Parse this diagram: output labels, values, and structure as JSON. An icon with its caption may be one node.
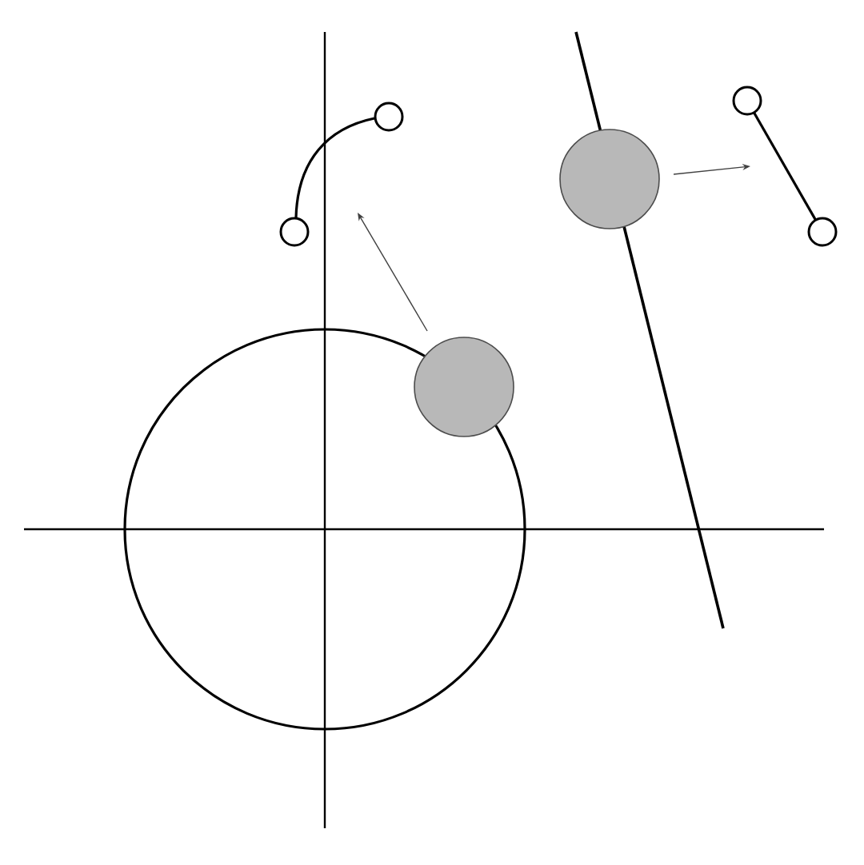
{
  "diagram": {
    "nodes": [
      {
        "text": [],
        "shape": "arc"
      },
      {
        "text": [],
        "shape": "segment"
      },
      {
        "text": [],
        "shape": "circle"
      },
      {
        "text": [],
        "shape": "circle"
      }
    ],
    "edges": [
      {
        "from": 3,
        "to": 0,
        "arrow": "to"
      },
      {
        "from": 2,
        "to": 1,
        "arrow": "to"
      }
    ]
  }
}
